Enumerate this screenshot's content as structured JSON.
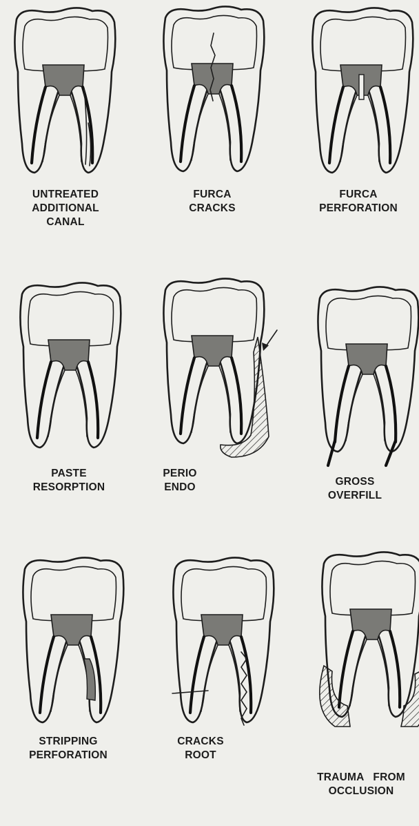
{
  "panels": [
    {
      "id": "untreated",
      "lines": [
        "UNTREATED",
        "ADDITIONAL",
        "CANAL"
      ]
    },
    {
      "id": "furca-cracks",
      "lines": [
        "FURCA",
        "CRACKS"
      ]
    },
    {
      "id": "furca-perforation",
      "lines": [
        "FURCA",
        "PERFORATION"
      ]
    },
    {
      "id": "paste-resorption",
      "lines": [
        "PASTE",
        "RESORPTION"
      ]
    },
    {
      "id": "perio-endo",
      "lines": [
        "PERIO",
        "ENDO"
      ]
    },
    {
      "id": "gross-overfill",
      "lines": [
        "GROSS",
        "OVERFILL"
      ]
    },
    {
      "id": "stripping-perforation",
      "lines": [
        "STRIPPING",
        "PERFORATION"
      ]
    },
    {
      "id": "cracks-root",
      "lines": [
        "CRACKS",
        "ROOT"
      ]
    },
    {
      "id": "trauma-occlusion",
      "lines": [
        "TRAUMA   FROM",
        "OCCLUSION"
      ]
    }
  ]
}
